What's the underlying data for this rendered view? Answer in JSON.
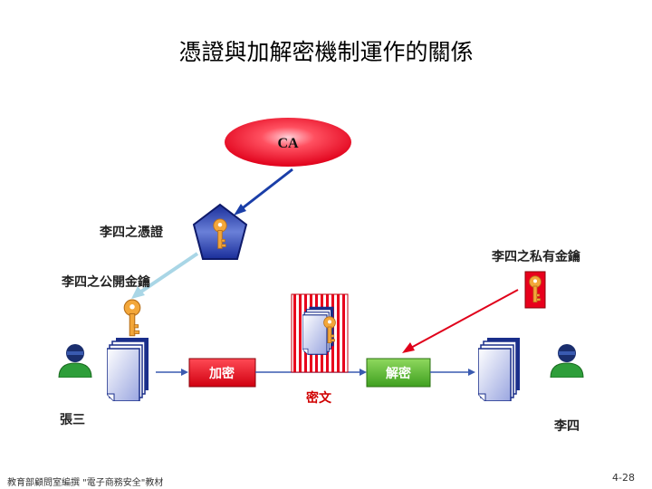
{
  "title": "憑證與加解密機制運作的關係",
  "ca_label": "CA",
  "cert_label": "李四之憑證",
  "public_key_label": "李四之公開金鑰",
  "private_key_label": "李四之私有金鑰",
  "encrypt_label": "加密",
  "decrypt_label": "解密",
  "ciphertext_label": "密文",
  "sender_name": "張三",
  "receiver_name": "李四",
  "footer_source": "教育部顧問室編撰 \"電子商務安全\"教材",
  "page_number": "4-28",
  "colors": {
    "ca_fill": "#e8001c",
    "arrow_blue": "#1a3ea8",
    "arrow_lightblue": "#a9d6e6",
    "arrow_red": "#e0001a",
    "encrypt_fill": "#e01020",
    "decrypt_fill": "#5ab832",
    "key_gold": "#f3a73a"
  }
}
